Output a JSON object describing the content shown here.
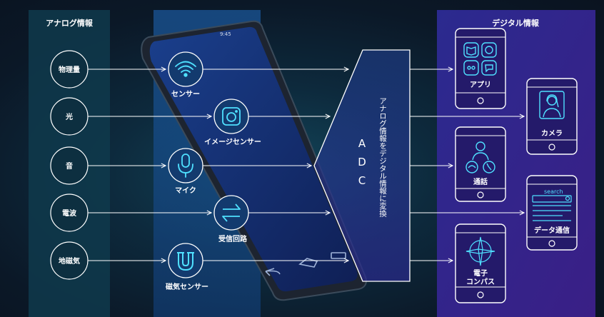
{
  "left_panel_title": "アナログ情報",
  "right_panel_title": "デジタル情報",
  "analog_inputs": [
    "物理量",
    "光",
    "音",
    "電波",
    "地磁気"
  ],
  "sensors": [
    "センサー",
    "イメージセンサー",
    "マイク",
    "受信回路",
    "磁気センサー"
  ],
  "adc": {
    "label": "A D C",
    "description": "アナログ情報をデジタル情報に変換"
  },
  "phone_status": {
    "time": "9:45"
  },
  "digital_outputs": {
    "apps": "アプリ",
    "camera": "カメラ",
    "call": "通話",
    "data": "データ通信",
    "compass": "電子\nコンパス",
    "search_text": "search"
  },
  "colors": {
    "accent": "#ffffff",
    "left_panel": "#0f3a4c",
    "right_panel": "#2a1f7a",
    "center_panel": "#174c88"
  }
}
